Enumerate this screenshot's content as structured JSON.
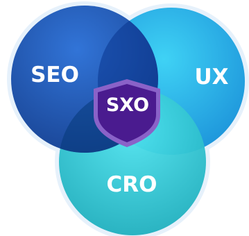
{
  "diagram": {
    "type": "venn",
    "circles": [
      {
        "id": "seo",
        "label": "SEO",
        "color_light": "#2a6fd6",
        "color_dark": "#0f3a8c"
      },
      {
        "id": "ux",
        "label": "UX",
        "color_light": "#3fd2f5",
        "color_dark": "#1a8fd8"
      },
      {
        "id": "cro",
        "label": "CRO",
        "color_light": "#4fe3ee",
        "color_dark": "#1aa9b8"
      }
    ],
    "center": {
      "label": "SXO",
      "color": "#4a1b8f",
      "border_color": "#8a62c8"
    },
    "halo_color": "#e6f1fb"
  }
}
